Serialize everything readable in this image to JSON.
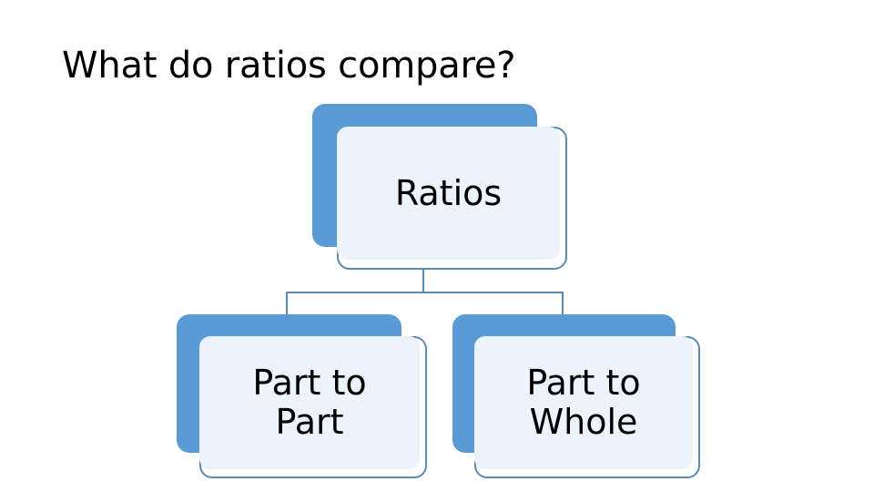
{
  "slide": {
    "title": "What do ratios compare?",
    "background_color": "#FFFFFF"
  },
  "theme": {
    "accent_blue": "#5B9BD5",
    "outline_blue": "#5B8CB0",
    "light_fill": "#EDF3FB",
    "text_color": "#000000"
  },
  "diagram": {
    "type": "hierarchy",
    "root": {
      "id": "ratios",
      "label": "Ratios"
    },
    "children": [
      {
        "id": "part-to-part",
        "label": "Part to\nPart"
      },
      {
        "id": "part-to-whole",
        "label": "Part to\nWhole"
      }
    ],
    "connectors": [
      {
        "name": "stem",
        "from": "ratios",
        "to": "branch-bar"
      },
      {
        "name": "bar",
        "from": "branch-bar",
        "to": "both-children"
      },
      {
        "name": "drop-left",
        "from": "branch-bar",
        "to": "part-to-part"
      },
      {
        "name": "drop-right",
        "from": "branch-bar",
        "to": "part-to-whole"
      }
    ]
  }
}
